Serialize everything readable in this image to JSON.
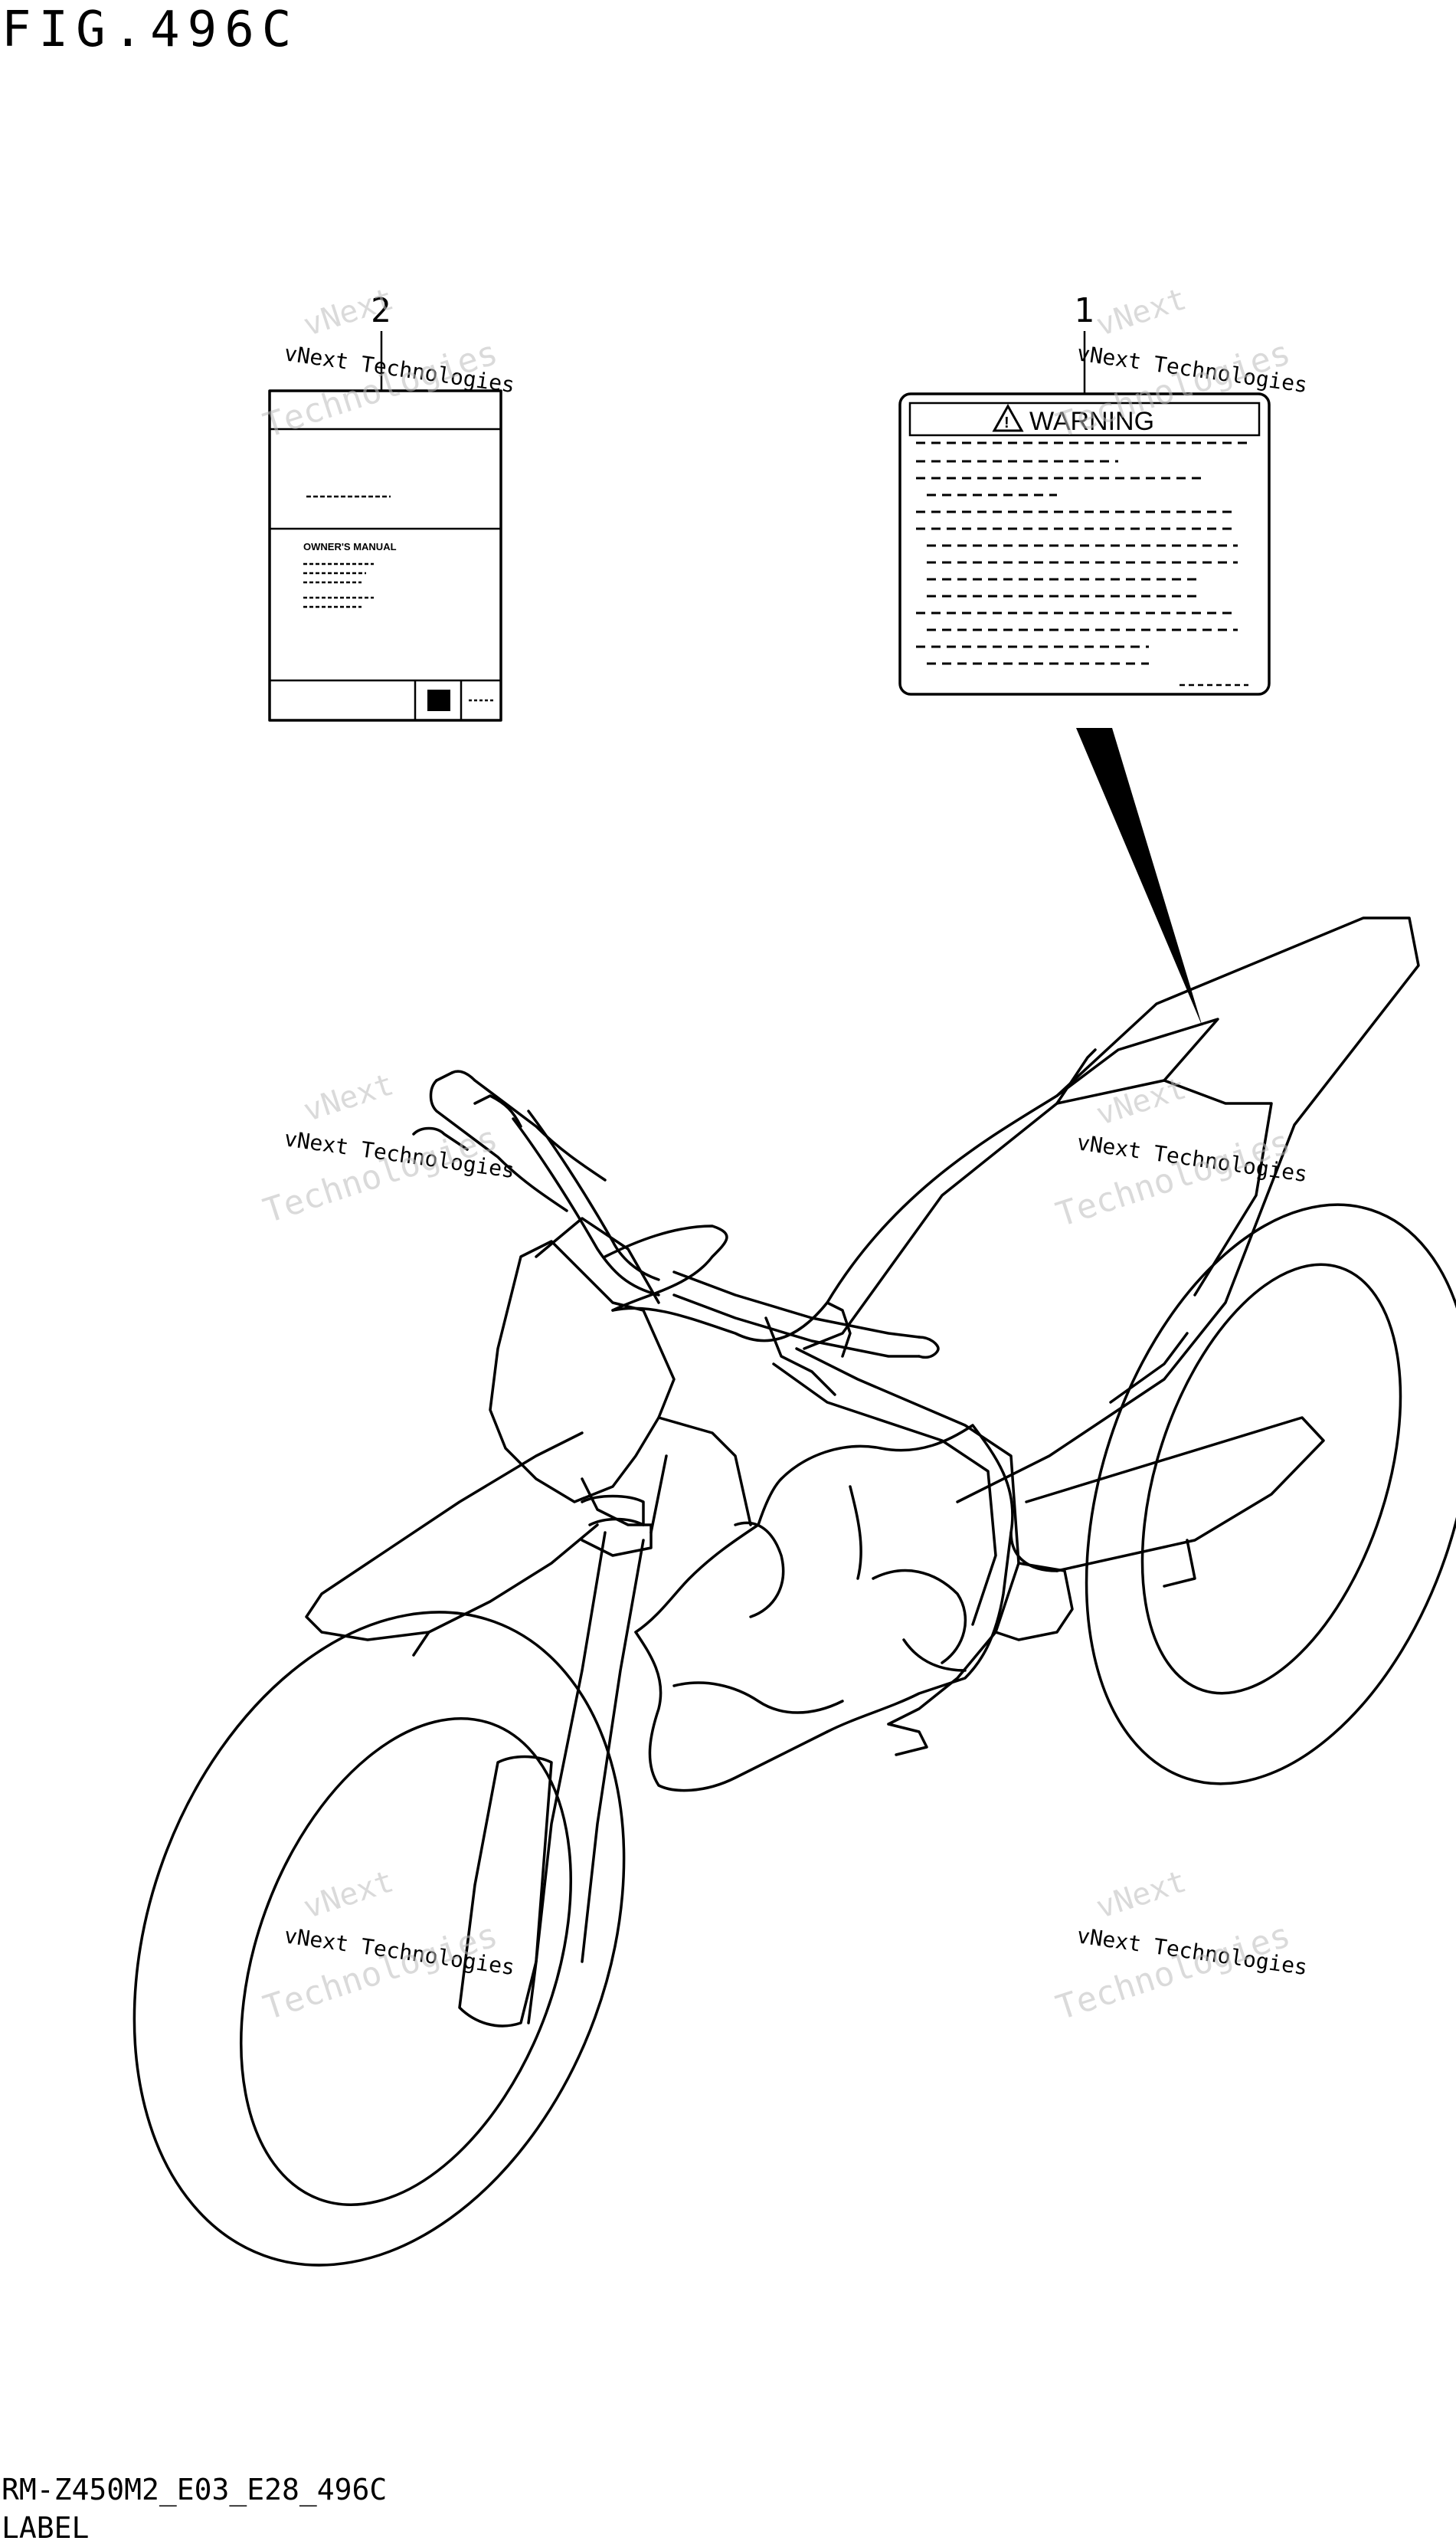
{
  "figure": {
    "title": "FIG.496C",
    "code": "RM-Z450M2_E03_E28_496C",
    "section": "LABEL"
  },
  "callouts": [
    {
      "number": "1",
      "part": "warning-label"
    },
    {
      "number": "2",
      "part": "owners-manual"
    }
  ],
  "warning_label": {
    "heading": "WARNING"
  },
  "manual": {
    "heading": "OWNER'S MANUAL"
  },
  "watermark": {
    "line1": "vNext Technologies",
    "line2": "vNext",
    "line3": "Technologies"
  }
}
